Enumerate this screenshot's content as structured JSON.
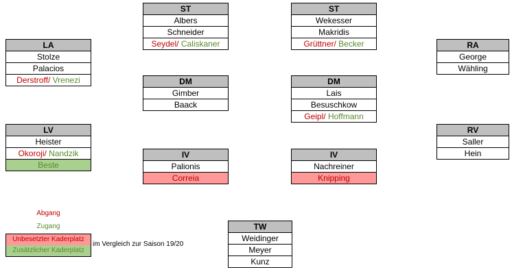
{
  "positions": {
    "st1": {
      "title": "ST",
      "players": [
        "Albers",
        "Schneider"
      ],
      "out": "Seydel",
      "in": "Caliskaner"
    },
    "st2": {
      "title": "ST",
      "players": [
        "Wekesser",
        "Makridis"
      ],
      "out": "Grüttner",
      "in": "Becker"
    },
    "la": {
      "title": "LA",
      "players": [
        "Stolze",
        "Palacios"
      ],
      "out": "Derstroff",
      "in": "Vrenezi"
    },
    "ra": {
      "title": "RA",
      "players": [
        "George",
        "Wähling"
      ]
    },
    "dm1": {
      "title": "DM",
      "players": [
        "Gimber",
        "Baack"
      ]
    },
    "dm2": {
      "title": "DM",
      "players": [
        "Lais",
        "Besuschkow"
      ],
      "out": "Geipl",
      "in": "Hoffmann"
    },
    "lv": {
      "title": "LV",
      "players": [
        "Heister"
      ],
      "out": "Okoroji",
      "in": "Nandzik",
      "extra": "Beste"
    },
    "rv": {
      "title": "RV",
      "players": [
        "Saller",
        "Hein"
      ]
    },
    "iv1": {
      "title": "IV",
      "players": [
        "Palionis"
      ],
      "vacant": "Correia"
    },
    "iv2": {
      "title": "IV",
      "players": [
        "Nachreiner"
      ],
      "vacant": "Knipping"
    },
    "tw": {
      "title": "TW",
      "players": [
        "Weidinger",
        "Meyer",
        "Kunz"
      ]
    }
  },
  "separator": "/ ",
  "legend": {
    "abgang": "Abgang",
    "zugang": "Zugang",
    "unbesetzt": "Unbesetzter Kaderplatz",
    "zusaetzlich": "Zusätzlicher Kaderplatz",
    "note": "im Vergleich zur Saison 19/20"
  },
  "colors": {
    "abgang": "#c00000",
    "zugang": "#5a8a2e",
    "unbesetzt_bg": "#ff9999",
    "zusaetzlich_bg": "#a9d08e",
    "header_bg": "#bfbfbf"
  }
}
